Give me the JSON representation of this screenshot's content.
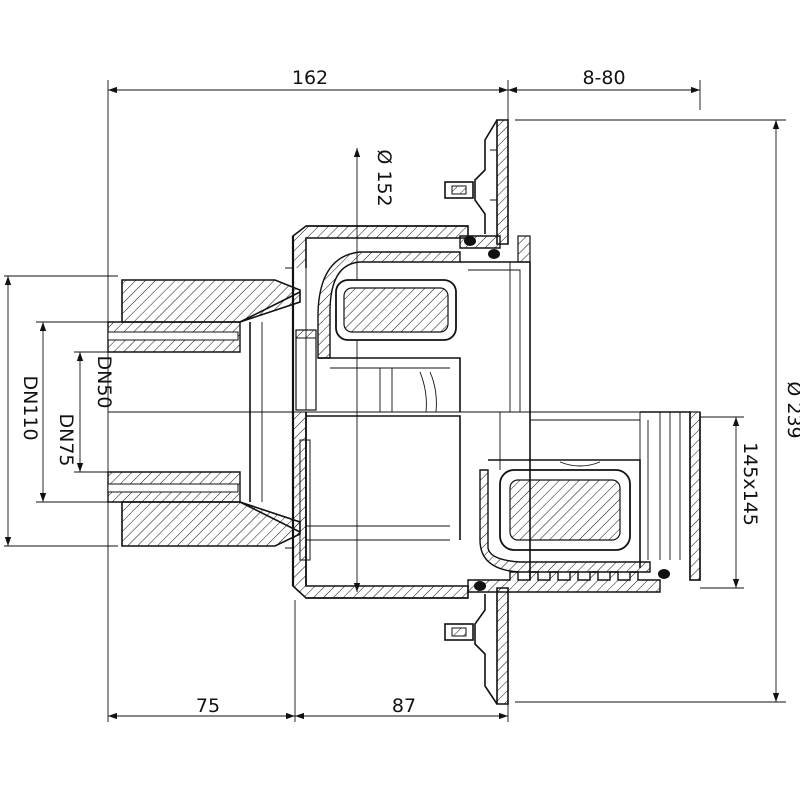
{
  "dimensions": {
    "top_overall": "162",
    "top_adjust": "8-80",
    "bottom_left": "75",
    "bottom_right": "87",
    "inner_diameter": "Ø 152",
    "outer_diameter": "Ø 239",
    "grate_size": "145x145",
    "dn110": "DN110",
    "dn75": "DN75",
    "dn50": "DN50"
  },
  "colors": {
    "line": "#111111",
    "background": "#ffffff"
  }
}
